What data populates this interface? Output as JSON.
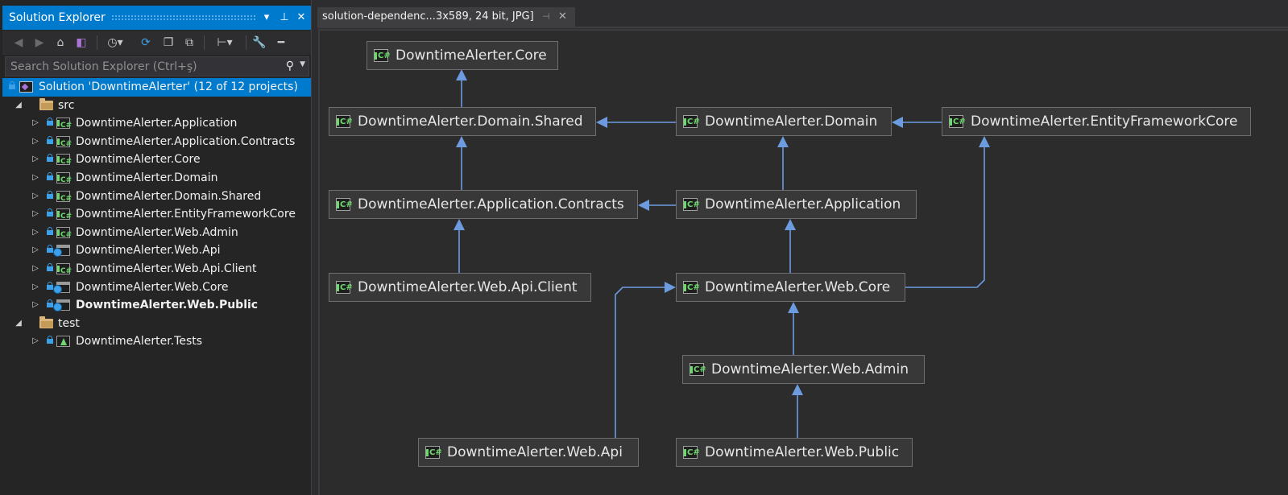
{
  "solution_explorer": {
    "title": "Solution Explorer",
    "search_placeholder": "Search Solution Explorer (Ctrl+ş)",
    "solution_label": "Solution 'DowntimeAlerter' (12 of 12 projects)",
    "folders": {
      "src": "src",
      "test": "test"
    },
    "src_projects": [
      {
        "label": "DowntimeAlerter.Application",
        "icon": "csharp-project-icon"
      },
      {
        "label": "DowntimeAlerter.Application.Contracts",
        "icon": "csharp-project-icon"
      },
      {
        "label": "DowntimeAlerter.Core",
        "icon": "csharp-project-icon"
      },
      {
        "label": "DowntimeAlerter.Domain",
        "icon": "csharp-project-icon"
      },
      {
        "label": "DowntimeAlerter.Domain.Shared",
        "icon": "csharp-project-icon"
      },
      {
        "label": "DowntimeAlerter.EntityFrameworkCore",
        "icon": "csharp-project-icon"
      },
      {
        "label": "DowntimeAlerter.Web.Admin",
        "icon": "csharp-project-icon"
      },
      {
        "label": "DowntimeAlerter.Web.Api",
        "icon": "web-project-icon"
      },
      {
        "label": "DowntimeAlerter.Web.Api.Client",
        "icon": "csharp-project-icon"
      },
      {
        "label": "DowntimeAlerter.Web.Core",
        "icon": "web-project-icon"
      },
      {
        "label": "DowntimeAlerter.Web.Public",
        "icon": "web-project-icon"
      }
    ],
    "test_projects": [
      {
        "label": "DowntimeAlerter.Tests",
        "icon": "test-project-icon"
      }
    ]
  },
  "document_tab": {
    "title": "solution-dependenc...3x589, 24 bit, JPG]"
  },
  "diagram": {
    "nodes": {
      "core": "DowntimeAlerter.Core",
      "domain_shared": "DowntimeAlerter.Domain.Shared",
      "domain": "DowntimeAlerter.Domain",
      "efcore": "DowntimeAlerter.EntityFrameworkCore",
      "app_contracts": "DowntimeAlerter.Application.Contracts",
      "application": "DowntimeAlerter.Application",
      "web_api_client": "DowntimeAlerter.Web.Api.Client",
      "web_core": "DowntimeAlerter.Web.Core",
      "web_admin": "DowntimeAlerter.Web.Admin",
      "web_api": "DowntimeAlerter.Web.Api",
      "web_public": "DowntimeAlerter.Web.Public"
    },
    "edges": [
      {
        "from": "domain_shared",
        "to": "core"
      },
      {
        "from": "domain",
        "to": "domain_shared"
      },
      {
        "from": "efcore",
        "to": "domain"
      },
      {
        "from": "app_contracts",
        "to": "domain_shared"
      },
      {
        "from": "application",
        "to": "domain"
      },
      {
        "from": "application",
        "to": "app_contracts"
      },
      {
        "from": "web_api_client",
        "to": "app_contracts"
      },
      {
        "from": "web_core",
        "to": "application"
      },
      {
        "from": "web_core",
        "to": "efcore"
      },
      {
        "from": "web_admin",
        "to": "web_core"
      },
      {
        "from": "web_api",
        "to": "web_core"
      },
      {
        "from": "web_public",
        "to": "web_admin"
      }
    ],
    "edge_color": "#6c9be0"
  }
}
